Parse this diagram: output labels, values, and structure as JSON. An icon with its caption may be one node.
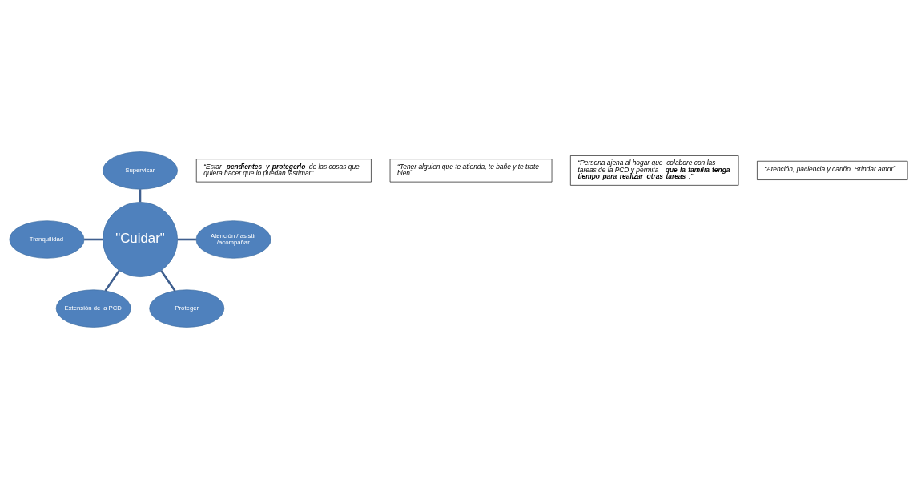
{
  "diagram": {
    "nodes": [
      {
        "text": [
          "Supervisar"
        ]
      },
      {
        "text": [
          "“Estar **pendientes y protegerlo** de las cosas que quiera hacer que lo puedan lastimar”"
        ]
      },
      {
        "text": [
          "Tranquilidad"
        ]
      },
      {
        "text": [
          "Atención / asistir /acompañar"
        ]
      },
      {
        "text": [
          "\"Cuidar\""
        ]
      },
      {
        "text": [
          "“Tener alguien que te atienda, te bañe y te trate bien˝"
        ]
      },
      {
        "text": [
          "“Persona ajena al hogar que  colabore con las tareas de la PCD y permita **que la familia tenga tiempo para realizar otras tareas**.”"
        ]
      },
      {
        "text": [
          "Extensión de la PCD"
        ]
      },
      {
        "text": [
          "Proteger"
        ]
      },
      {
        "text": [
          "“Atención, paciencia y cariño. Brindar amor˝"
        ]
      }
    ],
    "edges": [
      {
        "from": 0,
        "to": 4,
        "arrow": "none"
      },
      {
        "from": 2,
        "to": 4,
        "arrow": "none"
      },
      {
        "from": 4,
        "to": 3,
        "arrow": "none"
      },
      {
        "from": 4,
        "to": 7,
        "arrow": "none"
      },
      {
        "from": 4,
        "to": 8,
        "arrow": "none"
      }
    ]
  }
}
